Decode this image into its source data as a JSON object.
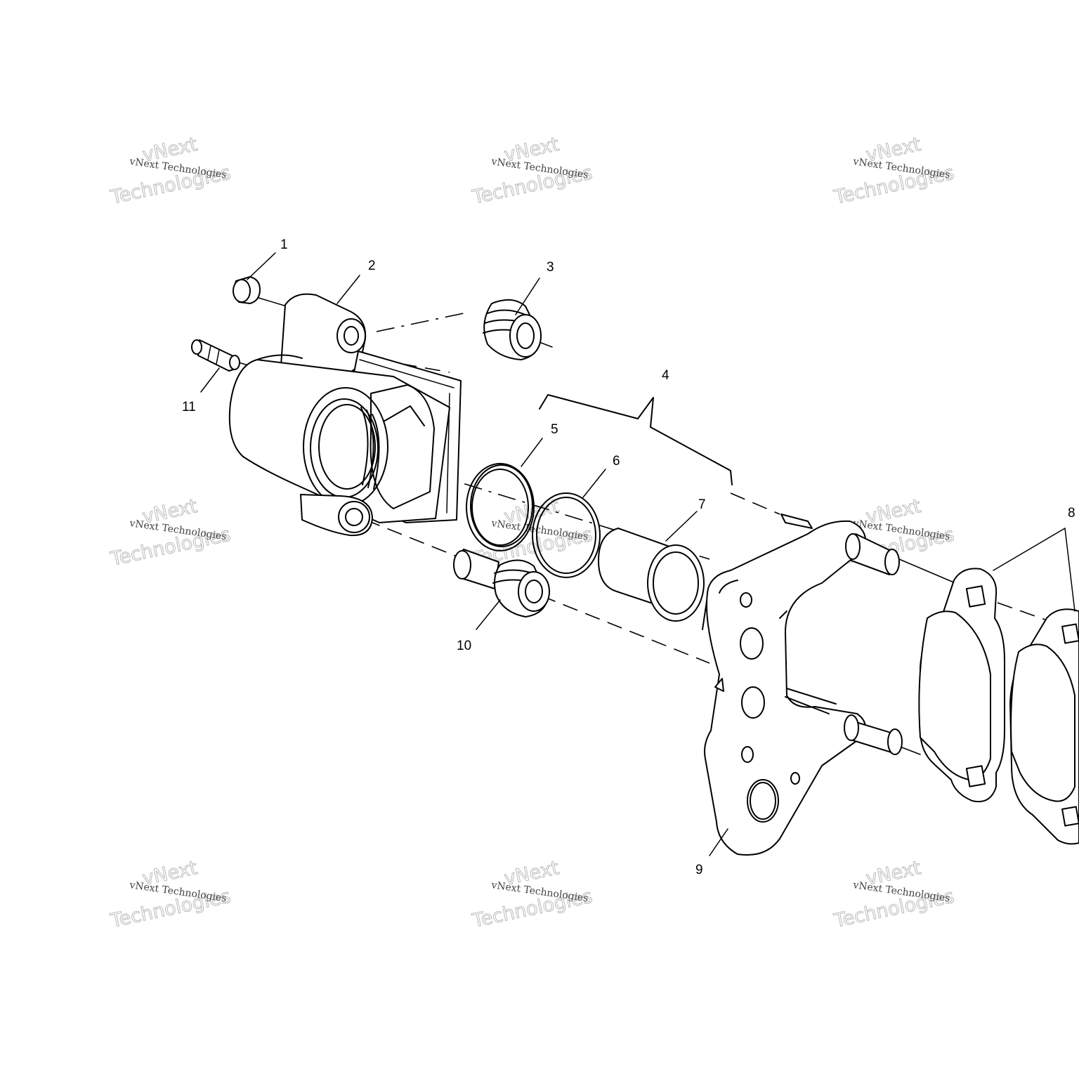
{
  "callouts": [
    {
      "id": "1",
      "label": "1"
    },
    {
      "id": "2",
      "label": "2"
    },
    {
      "id": "3",
      "label": "3"
    },
    {
      "id": "4",
      "label": "4"
    },
    {
      "id": "5",
      "label": "5"
    },
    {
      "id": "6",
      "label": "6"
    },
    {
      "id": "7",
      "label": "7"
    },
    {
      "id": "8",
      "label": "8"
    },
    {
      "id": "9",
      "label": "9"
    },
    {
      "id": "10",
      "label": "10"
    },
    {
      "id": "11",
      "label": "11"
    }
  ],
  "watermark": {
    "small": "vNext Technologies",
    "big_line1": "vNext",
    "big_line2": "Technologies"
  },
  "colors": {
    "line": "#000000",
    "background": "#ffffff",
    "watermark_outline": "#bbbbbb"
  }
}
